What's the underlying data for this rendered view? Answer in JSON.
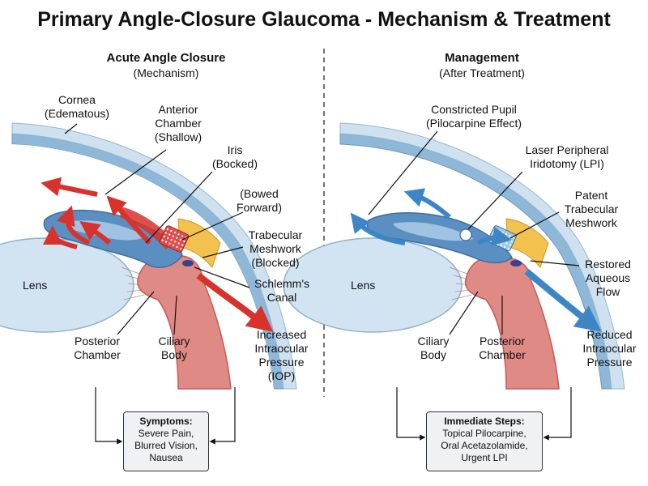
{
  "title": "Primary Angle-Closure Glaucoma - Mechanism & Treatment",
  "left_panel": {
    "heading": "Acute Angle Closure",
    "subheading": "(Mechanism)",
    "labels": {
      "cornea": [
        "Cornea",
        "(Edematous)"
      ],
      "anterior_chamber": [
        "Anterior",
        "Chamber",
        "(Shallow)"
      ],
      "iris": [
        "Iris",
        "(Bocked)"
      ],
      "bowed": [
        "(Bowed",
        "Forward)"
      ],
      "trabecular": [
        "Trabecular",
        "Meshwork",
        "(Blocked)"
      ],
      "schlemm": [
        "Schlemm's",
        "Canal"
      ],
      "lens": "Lens",
      "posterior_chamber": [
        "Posterior",
        "Chamber"
      ],
      "ciliary_body": [
        "Ciliary",
        "Body"
      ],
      "iop": [
        "Increased",
        "Intraocular",
        "Pressure",
        "(IOP)"
      ]
    },
    "box": {
      "title": "Symptoms:",
      "lines": [
        "Severe Pain,",
        "Blurred Vision,",
        "Nausea"
      ]
    }
  },
  "right_panel": {
    "heading": "Management",
    "subheading": "(After Treatment)",
    "labels": {
      "pupil": [
        "Constricted Pupil",
        "(Pilocarpine Effect)"
      ],
      "lpi": [
        "Laser Peripheral",
        "Iridotomy (LPI)"
      ],
      "trabecular": [
        "Patent",
        "Trabecular",
        "Meshwork"
      ],
      "flow": [
        "Restored",
        "Aqueous",
        "Flow"
      ],
      "lens": "Lens",
      "ciliary_body": [
        "Ciliary",
        "Body"
      ],
      "posterior_chamber": [
        "Posterior",
        "Chamber"
      ],
      "reduced": [
        "Reduced",
        "Intraocular",
        "Pressure"
      ]
    },
    "box": {
      "title": "Immediate Steps:",
      "lines": [
        "Topical Pilocarpine,",
        "Oral Acetazolamide,",
        "Urgent LPI"
      ]
    }
  },
  "colors": {
    "cornea_outer": "#8fb8d8",
    "cornea_inner": "#cfe1ef",
    "iris": "#5b8fc2",
    "iris_light": "#a9c9e6",
    "ciliary": "#e08a86",
    "ciliary_dark": "#c45a56",
    "lens": "#d2e4f2",
    "trabecular": "#f2c14e",
    "red_arrow": "#d8322c",
    "blue_arrow": "#3d86c6"
  }
}
